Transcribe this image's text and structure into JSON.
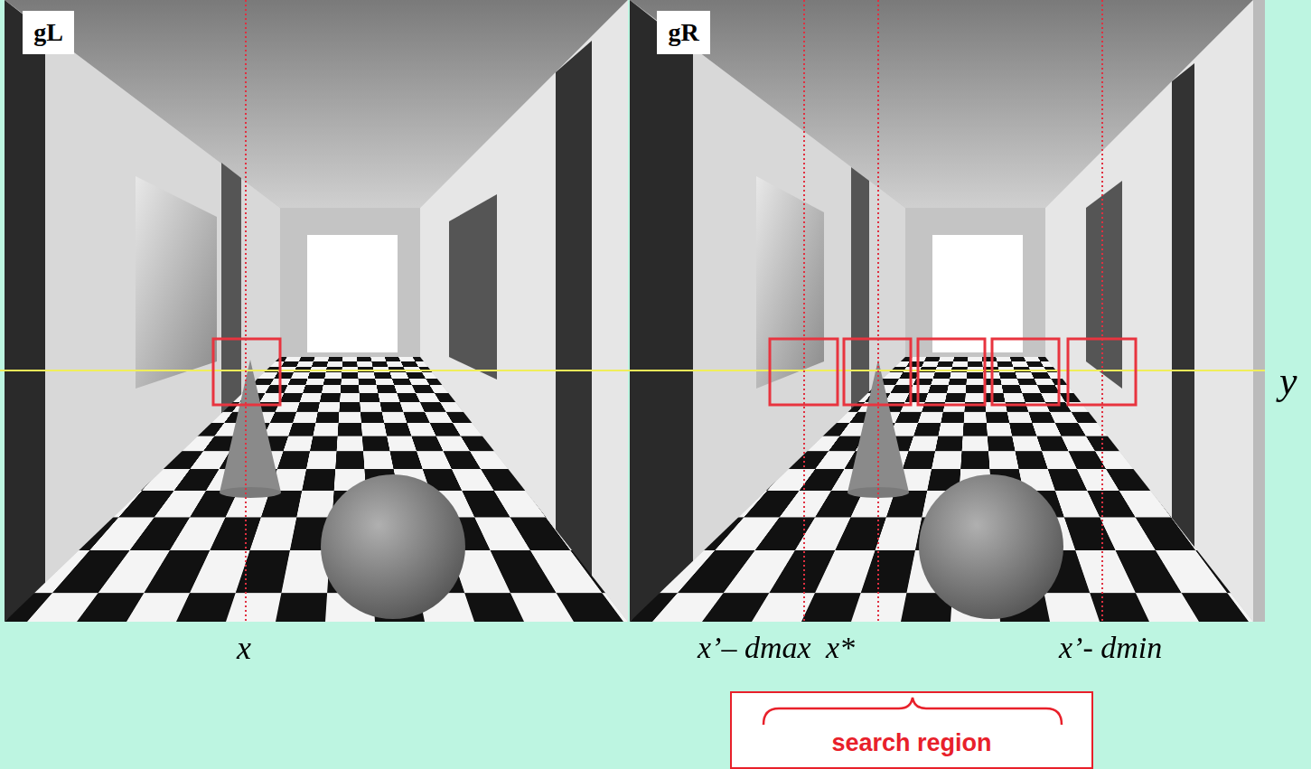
{
  "diagram": {
    "nodes": [
      {
        "text": [
          "gL"
        ]
      },
      {
        "text": [
          "gR"
        ]
      },
      {
        "text": [
          "search region"
        ]
      }
    ],
    "labels": [
      "y",
      "x",
      "x’– dmax",
      "x*",
      "x’- dmin"
    ]
  }
}
